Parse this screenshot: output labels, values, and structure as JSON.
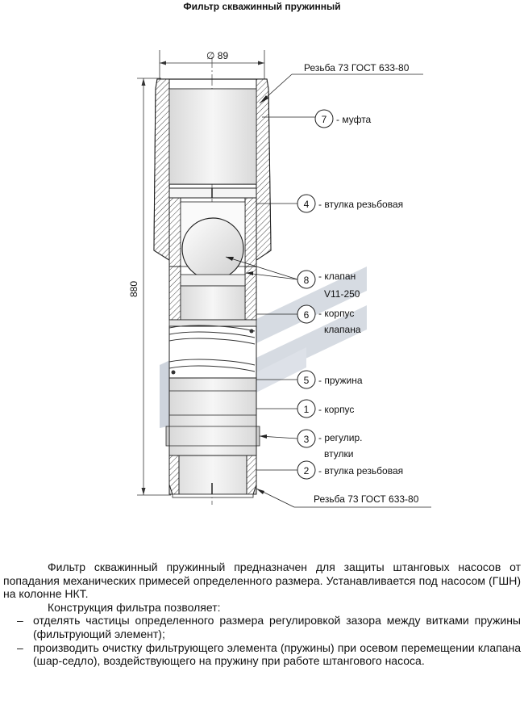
{
  "title": "Фильтр скважинный пружинный",
  "drawing": {
    "diameter": "∅ 89",
    "length": "880",
    "thread_top": "Резьба 73 ГОСТ 633-80",
    "thread_bottom": "Резьба 73 ГОСТ 633-80",
    "callouts": [
      {
        "num": "7",
        "text": "- муфта"
      },
      {
        "num": "4",
        "text": "- втулка резьбовая"
      },
      {
        "num": "8",
        "text": "- клапан",
        "text2": "V11-250"
      },
      {
        "num": "6",
        "text": "- корпус",
        "text2": "клапана"
      },
      {
        "num": "5",
        "text": "- пружина"
      },
      {
        "num": "1",
        "text": "- корпус"
      },
      {
        "num": "3",
        "text": "- регулир.",
        "text2": "втулки"
      },
      {
        "num": "2",
        "text": "- втулка резьбовая"
      }
    ]
  },
  "description": {
    "para1": "Фильтр скважинный пружинный предназначен для защиты штанговых насосов от попадания механических примесей определенного размера. Устанавливается под насосом (ГШН) на колонне НКТ.",
    "para2": "Конструкция фильтра позволяет:",
    "items": [
      "отделять частицы определенного размера регулировкой зазора между витками пружины (фильтрующий элемент);",
      "производить очистку фильтрующего элемента (пружины) при осевом перемещении клапана (шар-седло), воздействующего на пружину при работе штангового насоса."
    ]
  }
}
